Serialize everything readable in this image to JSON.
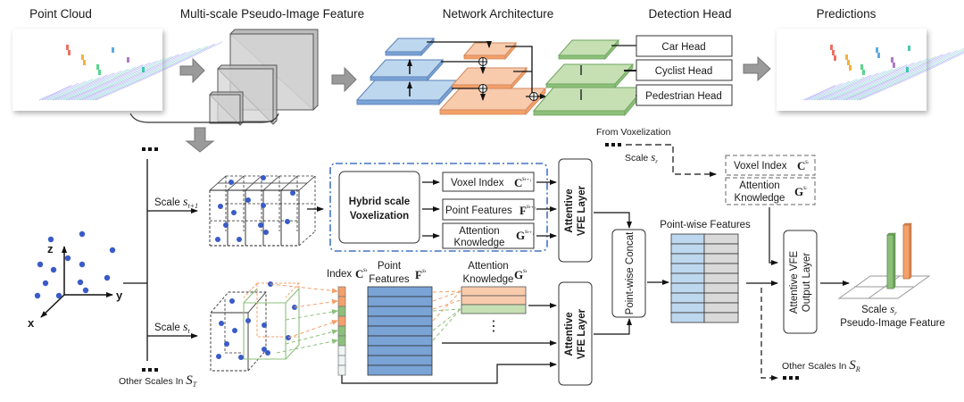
{
  "top_row": {
    "point_cloud": "Point Cloud",
    "multiscale": "Multi-scale Pseudo-Image Feature",
    "network": "Network Architecture",
    "detection_head": "Detection Head",
    "predictions": "Predictions",
    "heads": [
      "Car Head",
      "Cyclist Head",
      "Pedestrian Head"
    ]
  },
  "left": {
    "ellipsis": "▪▪▪",
    "axis_x": "x",
    "axis_y": "y",
    "axis_z": "z",
    "scale_label": "Scale",
    "scale_t1_sym": "s",
    "scale_t1_sub": "t+1",
    "scale_t_sym": "s",
    "scale_t_sub": "t",
    "other_scales": "Other Scales In",
    "other_scales_sym": "S",
    "other_scales_sub": "T"
  },
  "voxelization": {
    "hybrid_line1": "Hybrid scale",
    "hybrid_line2": "Voxelization",
    "voxel_index": "Voxel Index",
    "point_features": "Point Features",
    "attention_line1": "Attention",
    "attention_line2": "Knowledge",
    "sym_c": "C",
    "sym_f": "F",
    "sym_g": "G",
    "sup_t1": "sₜ₊₁",
    "sup_t": "sₜ",
    "sup_r": "sᵣ"
  },
  "lower": {
    "index": "Index",
    "point_line1": "Point",
    "point_line2": "Features",
    "attention_line1": "Attention",
    "attention_line2": "Knowledge",
    "vdots": "⋮"
  },
  "vfe": {
    "line1": "Attentive",
    "line2": "VFE Layer",
    "concat": "Point-wise Concat",
    "pointwise_features": "Point-wise Features",
    "output_line1": "Attentive VFE",
    "output_line2": "Output Layer"
  },
  "right": {
    "from_vox": "From  Voxelization",
    "scale_label": "Scale",
    "scale_r_sym": "s",
    "scale_r_sub": "r",
    "voxel_index": "Voxel Index",
    "attention_line1": "Attention",
    "attention_line2": "Knowledge",
    "pseudo_scale": "Scale",
    "pseudo_label": "Pseudo-Image Feature",
    "other_scales": "Other Scales In",
    "other_scales_sym": "S",
    "other_scales_sub": "R"
  },
  "colors": {
    "blue_layer": "#bdd7ee",
    "blue_dark": "#7aa3d6",
    "orange_layer": "#f8cbad",
    "orange_dark": "#f4a06a",
    "green_layer": "#c6e0b4",
    "green_dark": "#8cc07a",
    "gray_box": "#d9d9d9",
    "dashed_frame": "#4472c4",
    "point_dot": "#3a5bc7"
  }
}
